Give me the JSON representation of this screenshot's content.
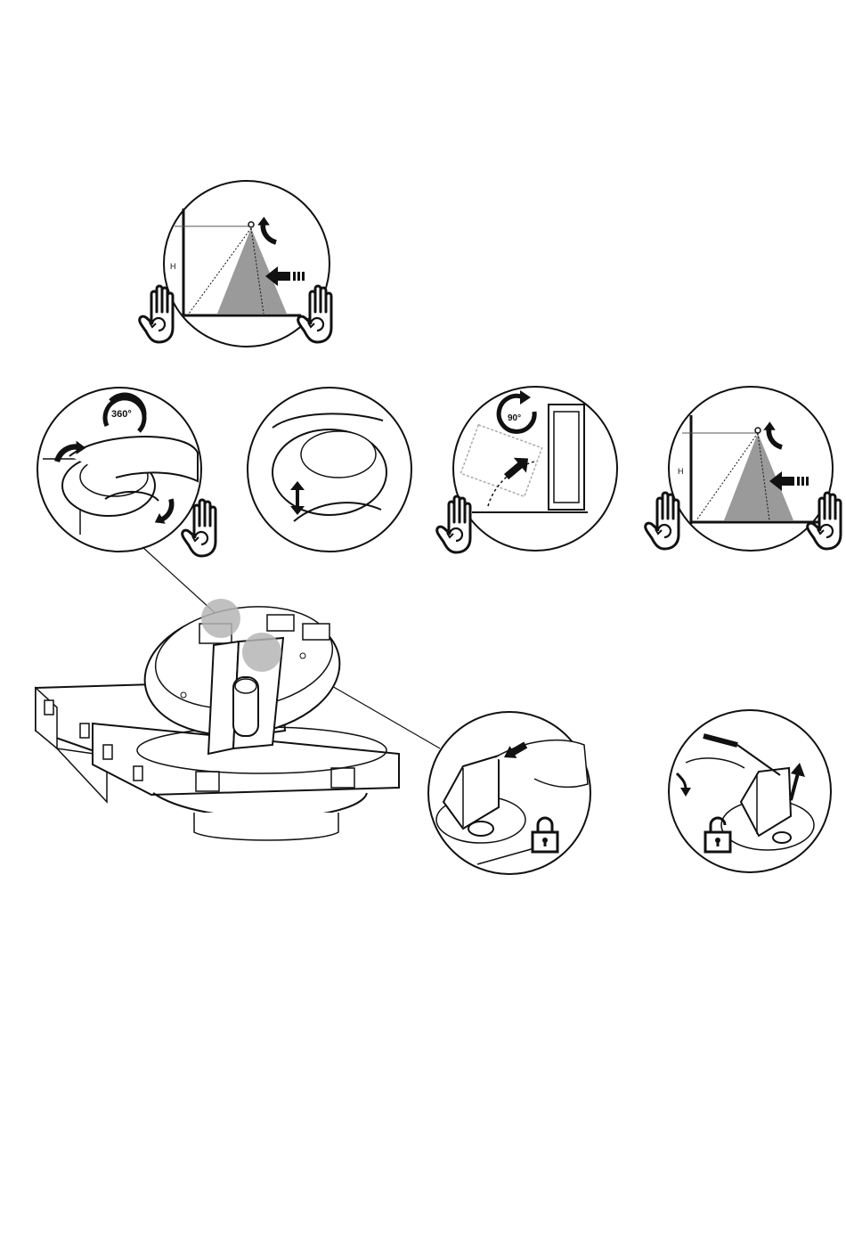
{
  "colors": {
    "ink": "#111111",
    "beam": "#9a9a9a",
    "highlight": "#b5b5b5",
    "paper": "#ffffff"
  },
  "panels": [
    {
      "id": "coverage-top",
      "height_label": "H",
      "icons": [
        "hand-rotate-left-icon",
        "hand-rotate-right-icon",
        "push-arrow-icon",
        "tilt-arrow-icon"
      ]
    },
    {
      "id": "rotate-360",
      "angle_label": "360°",
      "icons": [
        "rotate-360-icon",
        "curved-arrow-icon",
        "hand-rotate-icon"
      ]
    },
    {
      "id": "lift-adjust",
      "icons": [
        "up-down-arrow-icon"
      ]
    },
    {
      "id": "tilt-90",
      "angle_label": "90°",
      "icons": [
        "rotate-90-icon",
        "hand-rotate-icon"
      ]
    },
    {
      "id": "coverage-right",
      "height_label": "H",
      "icons": [
        "hand-rotate-left-icon",
        "hand-rotate-right-icon",
        "push-arrow-icon",
        "tilt-arrow-icon"
      ]
    },
    {
      "id": "lock",
      "icons": [
        "lock-closed-icon",
        "push-arrow-icon"
      ]
    },
    {
      "id": "unlock",
      "icons": [
        "lock-open-icon",
        "screwdriver-icon"
      ]
    }
  ]
}
